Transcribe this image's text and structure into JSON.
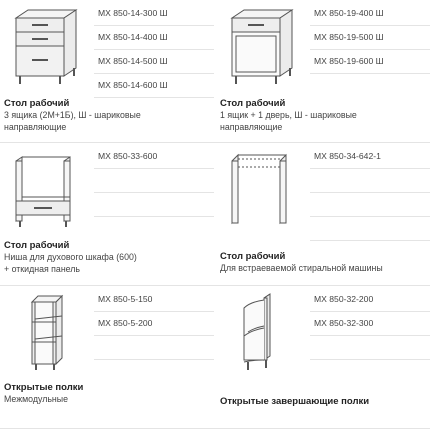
{
  "items": [
    {
      "title": "Стол рабочий",
      "desc": [
        "3 ящика (2М+1Б), Ш - шариковые",
        "направляющие"
      ],
      "codes": [
        "МХ 850-14-300 Ш",
        "МХ 850-14-400 Ш",
        "МХ 850-14-500 Ш",
        "МХ 850-14-600 Ш"
      ],
      "icon": "cabinet-3-drawers-icon"
    },
    {
      "title": "Стол рабочий",
      "desc": [
        "1 ящик + 1 дверь, Ш - шариковые",
        "направляющие"
      ],
      "codes": [
        "МХ 850-19-400 Ш",
        "МХ 850-19-500 Ш",
        "МХ 850-19-600 Ш"
      ],
      "icon": "cabinet-drawer-door-icon"
    },
    {
      "title": "Стол рабочий",
      "desc": [
        "Ниша для духового шкафа (600)",
        "+ откидная панель"
      ],
      "codes": [
        "МХ 850-33-600"
      ],
      "icon": "oven-niche-cabinet-icon"
    },
    {
      "title": "Стол рабочий",
      "desc": [
        "Для встраеваемой стиральной машины"
      ],
      "codes": [
        "МХ 850-34-642-1"
      ],
      "icon": "washing-machine-frame-icon"
    },
    {
      "title": "Открытые полки",
      "desc": [
        "Межмодульные"
      ],
      "codes": [
        "МХ 850-5-150",
        "МХ 850-5-200"
      ],
      "icon": "open-shelf-icon"
    },
    {
      "title": "Открытые завершающие полки",
      "desc": [],
      "codes": [
        "МХ 850-32-200",
        "МХ 850-32-300"
      ],
      "icon": "end-corner-shelf-icon"
    }
  ]
}
